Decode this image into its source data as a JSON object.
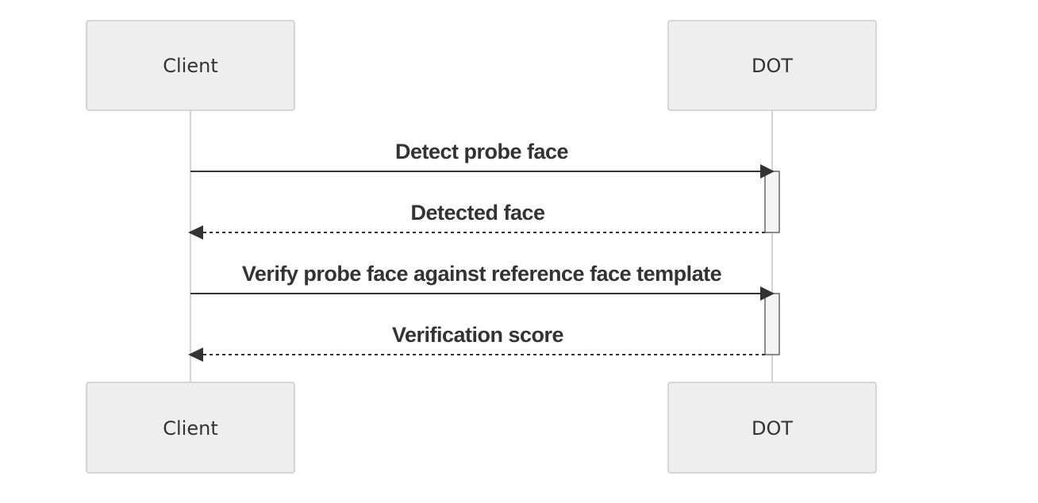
{
  "participants": [
    {
      "id": "client",
      "label": "Client"
    },
    {
      "id": "dot",
      "label": "DOT"
    }
  ],
  "messages": [
    {
      "from": "client",
      "to": "dot",
      "label": "Detect probe face",
      "style": "solid"
    },
    {
      "from": "dot",
      "to": "client",
      "label": "Detected face",
      "style": "dashed"
    },
    {
      "from": "client",
      "to": "dot",
      "label": "Verify probe face against reference face template",
      "style": "solid"
    },
    {
      "from": "dot",
      "to": "client",
      "label": "Verification score",
      "style": "dashed"
    }
  ],
  "colors": {
    "actor_fill": "#eeeeee",
    "actor_stroke": "#cccccc",
    "line": "#333333",
    "lifeline": "#aaaaaa"
  }
}
